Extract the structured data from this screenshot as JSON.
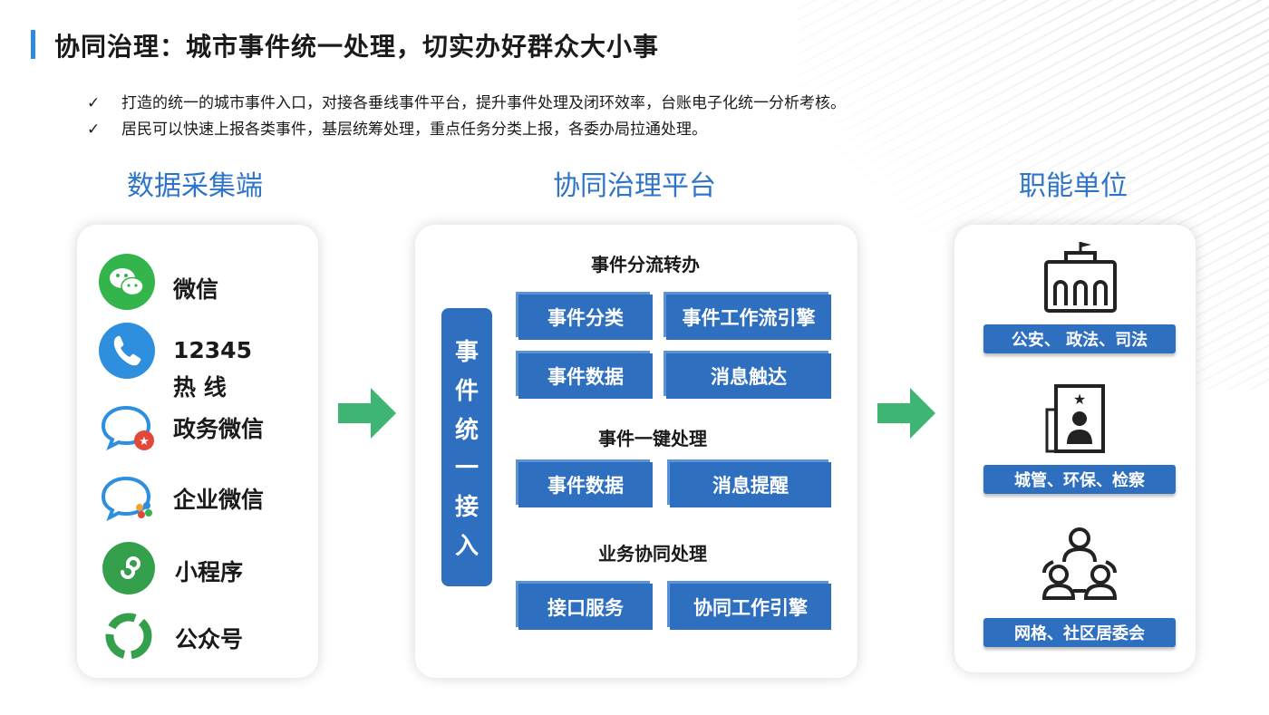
{
  "title": "协同治理：城市事件统一处理，切实办好群众大小事",
  "bullets": [
    {
      "check": "✓",
      "text": "打造的统一的城市事件入口，对接各垂线事件平台，提升事件处理及闭环效率，台账电子化统一分析考核。"
    },
    {
      "check": "✓",
      "text": "居民可以快速上报各类事件，基层统筹处理，重点任务分类上报，各委办局拉通处理。"
    }
  ],
  "columns": {
    "sources": "数据采集端",
    "platform": "协同治理平台",
    "units": "职能单位"
  },
  "sources": {
    "wechat": "微信",
    "hotline_1": "12345",
    "hotline_2": "热 线",
    "gov_wechat": "政务微信",
    "ent_wechat": "企业微信",
    "mini_program": "小程序",
    "official_account": "公众号"
  },
  "platform": {
    "entry": [
      "事",
      "件",
      "统",
      "一",
      "接",
      "入"
    ],
    "section1": {
      "title": "事件分流转办",
      "buttons": [
        "事件分类",
        "事件工作流引擎",
        "事件数据",
        "消息触达"
      ]
    },
    "section2": {
      "title": "事件一键处理",
      "buttons": [
        "事件数据",
        "消息提醒"
      ]
    },
    "section3": {
      "title": "业务协同处理",
      "buttons": [
        "接口服务",
        "协同工作引擎"
      ]
    }
  },
  "units": [
    {
      "icon": "government-building-icon",
      "label": "公安、 政法、司法"
    },
    {
      "icon": "id-badge-icon",
      "label": "城管、环保、检察"
    },
    {
      "icon": "people-network-icon",
      "label": "网格、社区居委会"
    }
  ],
  "colors": {
    "accent": "#2e74c9",
    "button": "#2e6fc0",
    "arrow": "#3fb573",
    "wechat": "#34b54b",
    "phone": "#2d8fde"
  }
}
